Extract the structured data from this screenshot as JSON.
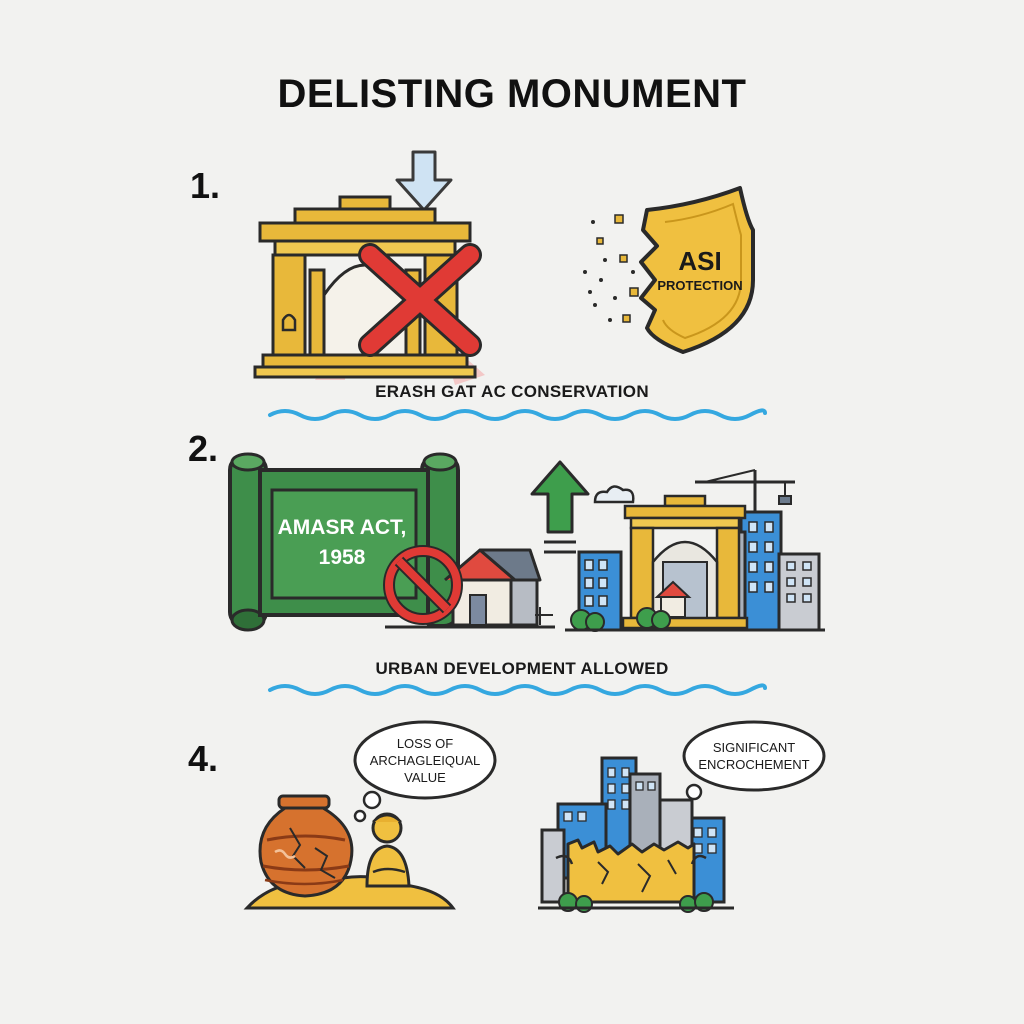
{
  "title": "DELISTING MONUMENT",
  "steps": [
    {
      "number": "1.",
      "caption": "ERASH GAT AC CONSERVATION",
      "shield": {
        "line1": "ASI",
        "line2": "PROTECTION"
      }
    },
    {
      "number": "2.",
      "caption": "URBAN DEVELOPMENT ALLOWED",
      "scroll": {
        "line1": "AMASR ACT,",
        "line2": "1958"
      }
    },
    {
      "number": "4.",
      "bubble_left": {
        "line1": "LOSS OF",
        "line2": "ARCHAGLEIQUAL",
        "line3": "VALUE"
      },
      "bubble_right": {
        "line1": "SIGNIFICANT",
        "line2": "ENCROCHEMENT"
      }
    }
  ],
  "colors": {
    "gold": "#e8b83a",
    "outline": "#2a2a2a",
    "red": "#e03a35",
    "green": "#3e8e4a",
    "wave": "#35a8e0",
    "blue": "#3b8fd6"
  }
}
